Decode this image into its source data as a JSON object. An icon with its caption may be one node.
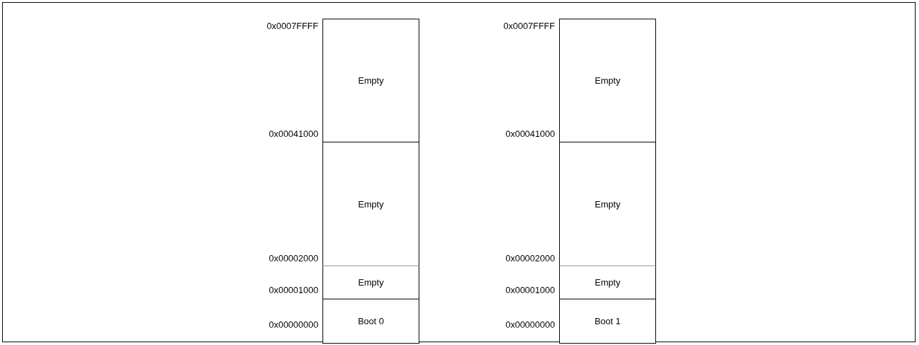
{
  "diagram": {
    "nodes": [
      {
        "text": [
          "Empty"
        ]
      },
      {
        "text": [
          "Empty"
        ]
      },
      {
        "text": [
          "Empty"
        ]
      },
      {
        "text": [
          "Boot 0"
        ]
      },
      {
        "text": [
          "Empty"
        ]
      },
      {
        "text": [
          "Empty"
        ]
      },
      {
        "text": [
          "Empty"
        ]
      },
      {
        "text": [
          "Boot 1"
        ]
      }
    ],
    "labels": [
      "0x0007FFFF",
      "0x00041000",
      "0x00002000",
      "0x00001000",
      "0x00000000",
      "0x0007FFFF",
      "0x00041000",
      "0x00002000",
      "0x00001000",
      "0x00000000"
    ]
  }
}
